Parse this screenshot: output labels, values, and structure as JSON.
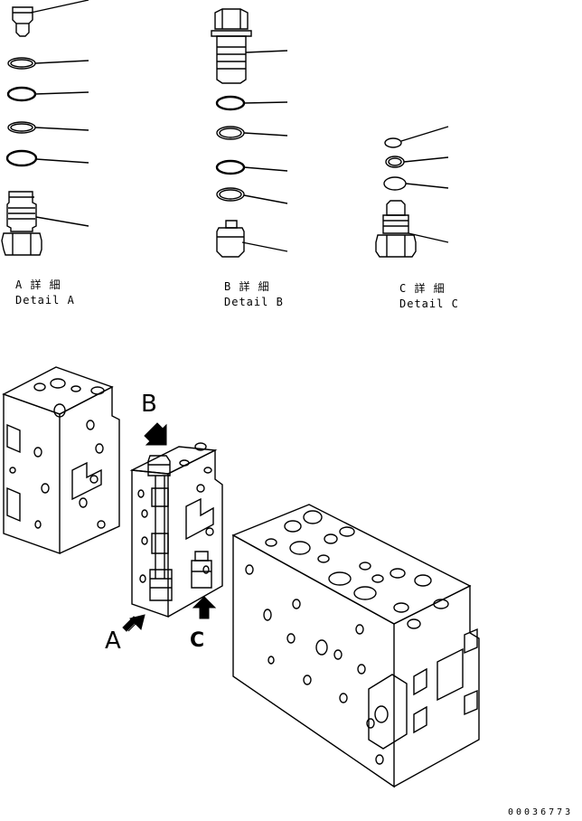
{
  "details": {
    "a": {
      "jp": "A 詳 細",
      "en": "Detail A"
    },
    "b": {
      "jp": "B 詳 細",
      "en": "Detail B"
    },
    "c": {
      "jp": "C 詳 細",
      "en": "Detail C"
    }
  },
  "views": {
    "a": "A",
    "b": "B",
    "c": "C"
  },
  "drawing_number": "00036773",
  "colors": {
    "line": "#000000",
    "background": "#ffffff"
  }
}
